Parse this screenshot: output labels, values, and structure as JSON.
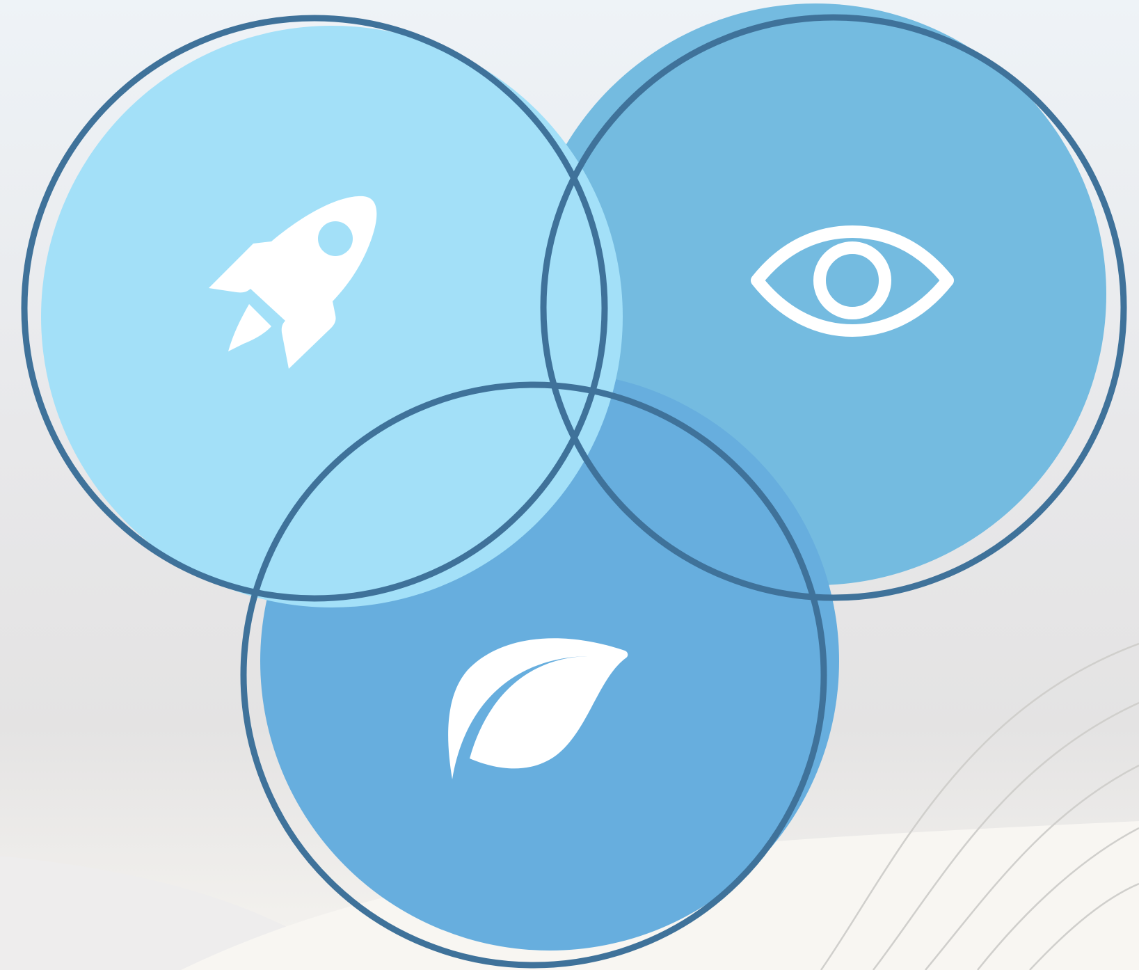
{
  "colors": {
    "background_top": "#eef3f7",
    "background_mid": "#e6e6e8",
    "background_bottom": "#f8f6f2",
    "wave_lines": "#d0cfcc",
    "circle_rocket_fill": "#a3e0f8",
    "circle_eye_fill": "#74bbe0",
    "circle_leaf_fill": "#67aede",
    "outline_stroke": "#3f729a",
    "icon_fill": "#ffffff"
  },
  "circles": [
    {
      "id": "rocket",
      "icon": "rocket-icon"
    },
    {
      "id": "eye",
      "icon": "eye-icon"
    },
    {
      "id": "leaf",
      "icon": "leaf-icon"
    }
  ]
}
